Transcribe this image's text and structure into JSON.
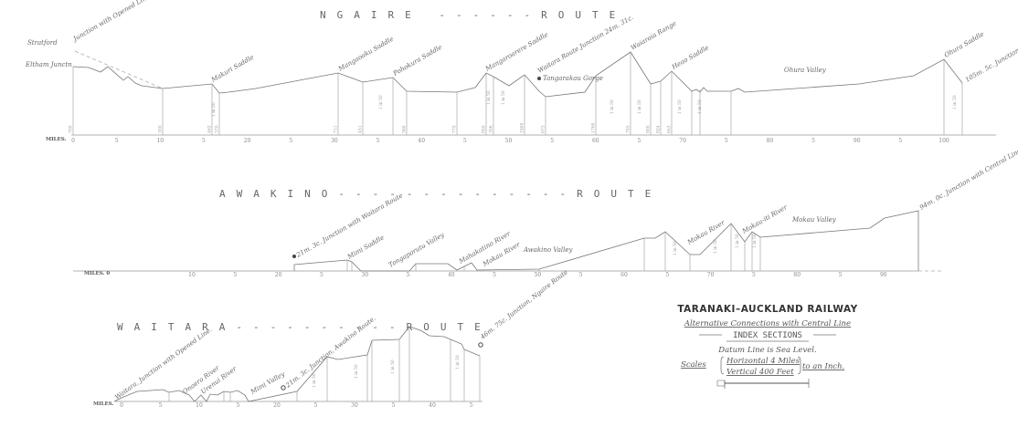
{
  "ngaire": {
    "title": "NGAIRE ------ROUTE",
    "labels": [
      "Stratford",
      "Junction with Opened Line.",
      "Eltham Junctn",
      "Makuri Saddle",
      "Mangaoaku Saddle",
      "Pohokura Saddle",
      "Mangaroarere Saddle",
      "Waitara Route Junction 24m. 31c.",
      "Tangarakau Gorge",
      "Waiaraia Range",
      "Heao Saddle",
      "Ohura Valley",
      "Ohura Saddle",
      "105m. 5c. Junction with Central Line."
    ],
    "miles_label": "MILES.",
    "ticks": [
      "0",
      "5",
      "10",
      "5",
      "20",
      "5",
      "30",
      "5",
      "40",
      "5",
      "50",
      "5",
      "60",
      "5",
      "70",
      "5",
      "80",
      "5",
      "90",
      "5",
      "100"
    ],
    "elevations": [
      "700",
      "350",
      "462",
      "370",
      "711",
      "451",
      "",
      "360",
      "775",
      "850",
      "356",
      "1900",
      "673",
      "1760",
      "755",
      "800",
      "824",
      "653"
    ],
    "gradient": "1 in 50"
  },
  "awakino": {
    "title": "AWAKINO--------------ROUTE",
    "labels": [
      "21m. 3c. Junction with Waitara Route",
      "Mimi Saddle",
      "Tongaporutu Valley",
      "Mahakatino River",
      "Mokau River",
      "Awakino Valley",
      "Mokau River",
      "Mokau-iti River",
      "Mokau Valley",
      "94m. 0c. Junction with Central Line."
    ],
    "miles_label": "MILES. 0",
    "ticks": [
      "10",
      "5",
      "20",
      "5",
      "30",
      "5",
      "40",
      "5",
      "50",
      "5",
      "60",
      "5",
      "70",
      "5",
      "80",
      "5",
      "90"
    ],
    "gradient": "1 in 50"
  },
  "waitara": {
    "title": "WAITARA----------ROUTE",
    "labels": [
      "Waitara, Junction with Opened Line.",
      "Onaero River",
      "Urenui River",
      "Mimi Valley",
      "21m. 3c. Junction, Awakino Route.",
      "46m. 75c. Junction, Ngaire Route"
    ],
    "miles_label": "MILES.",
    "ticks": [
      "0",
      "5",
      "10",
      "5",
      "20",
      "5",
      "30",
      "5",
      "40",
      "5"
    ],
    "gradient": "1 in 50"
  },
  "legend": {
    "title": "TARANAKI–AUCKLAND RAILWAY",
    "subtitle": "Alternative Connections with Central Line",
    "heading": "INDEX SECTIONS",
    "datum": "Datum Line is Sea Level.",
    "scales_label": "Scales",
    "horizontal": "Horizontal 4 Miles",
    "vertical": "Vertical 400 Feet",
    "to_an_inch": "to an Inch."
  }
}
